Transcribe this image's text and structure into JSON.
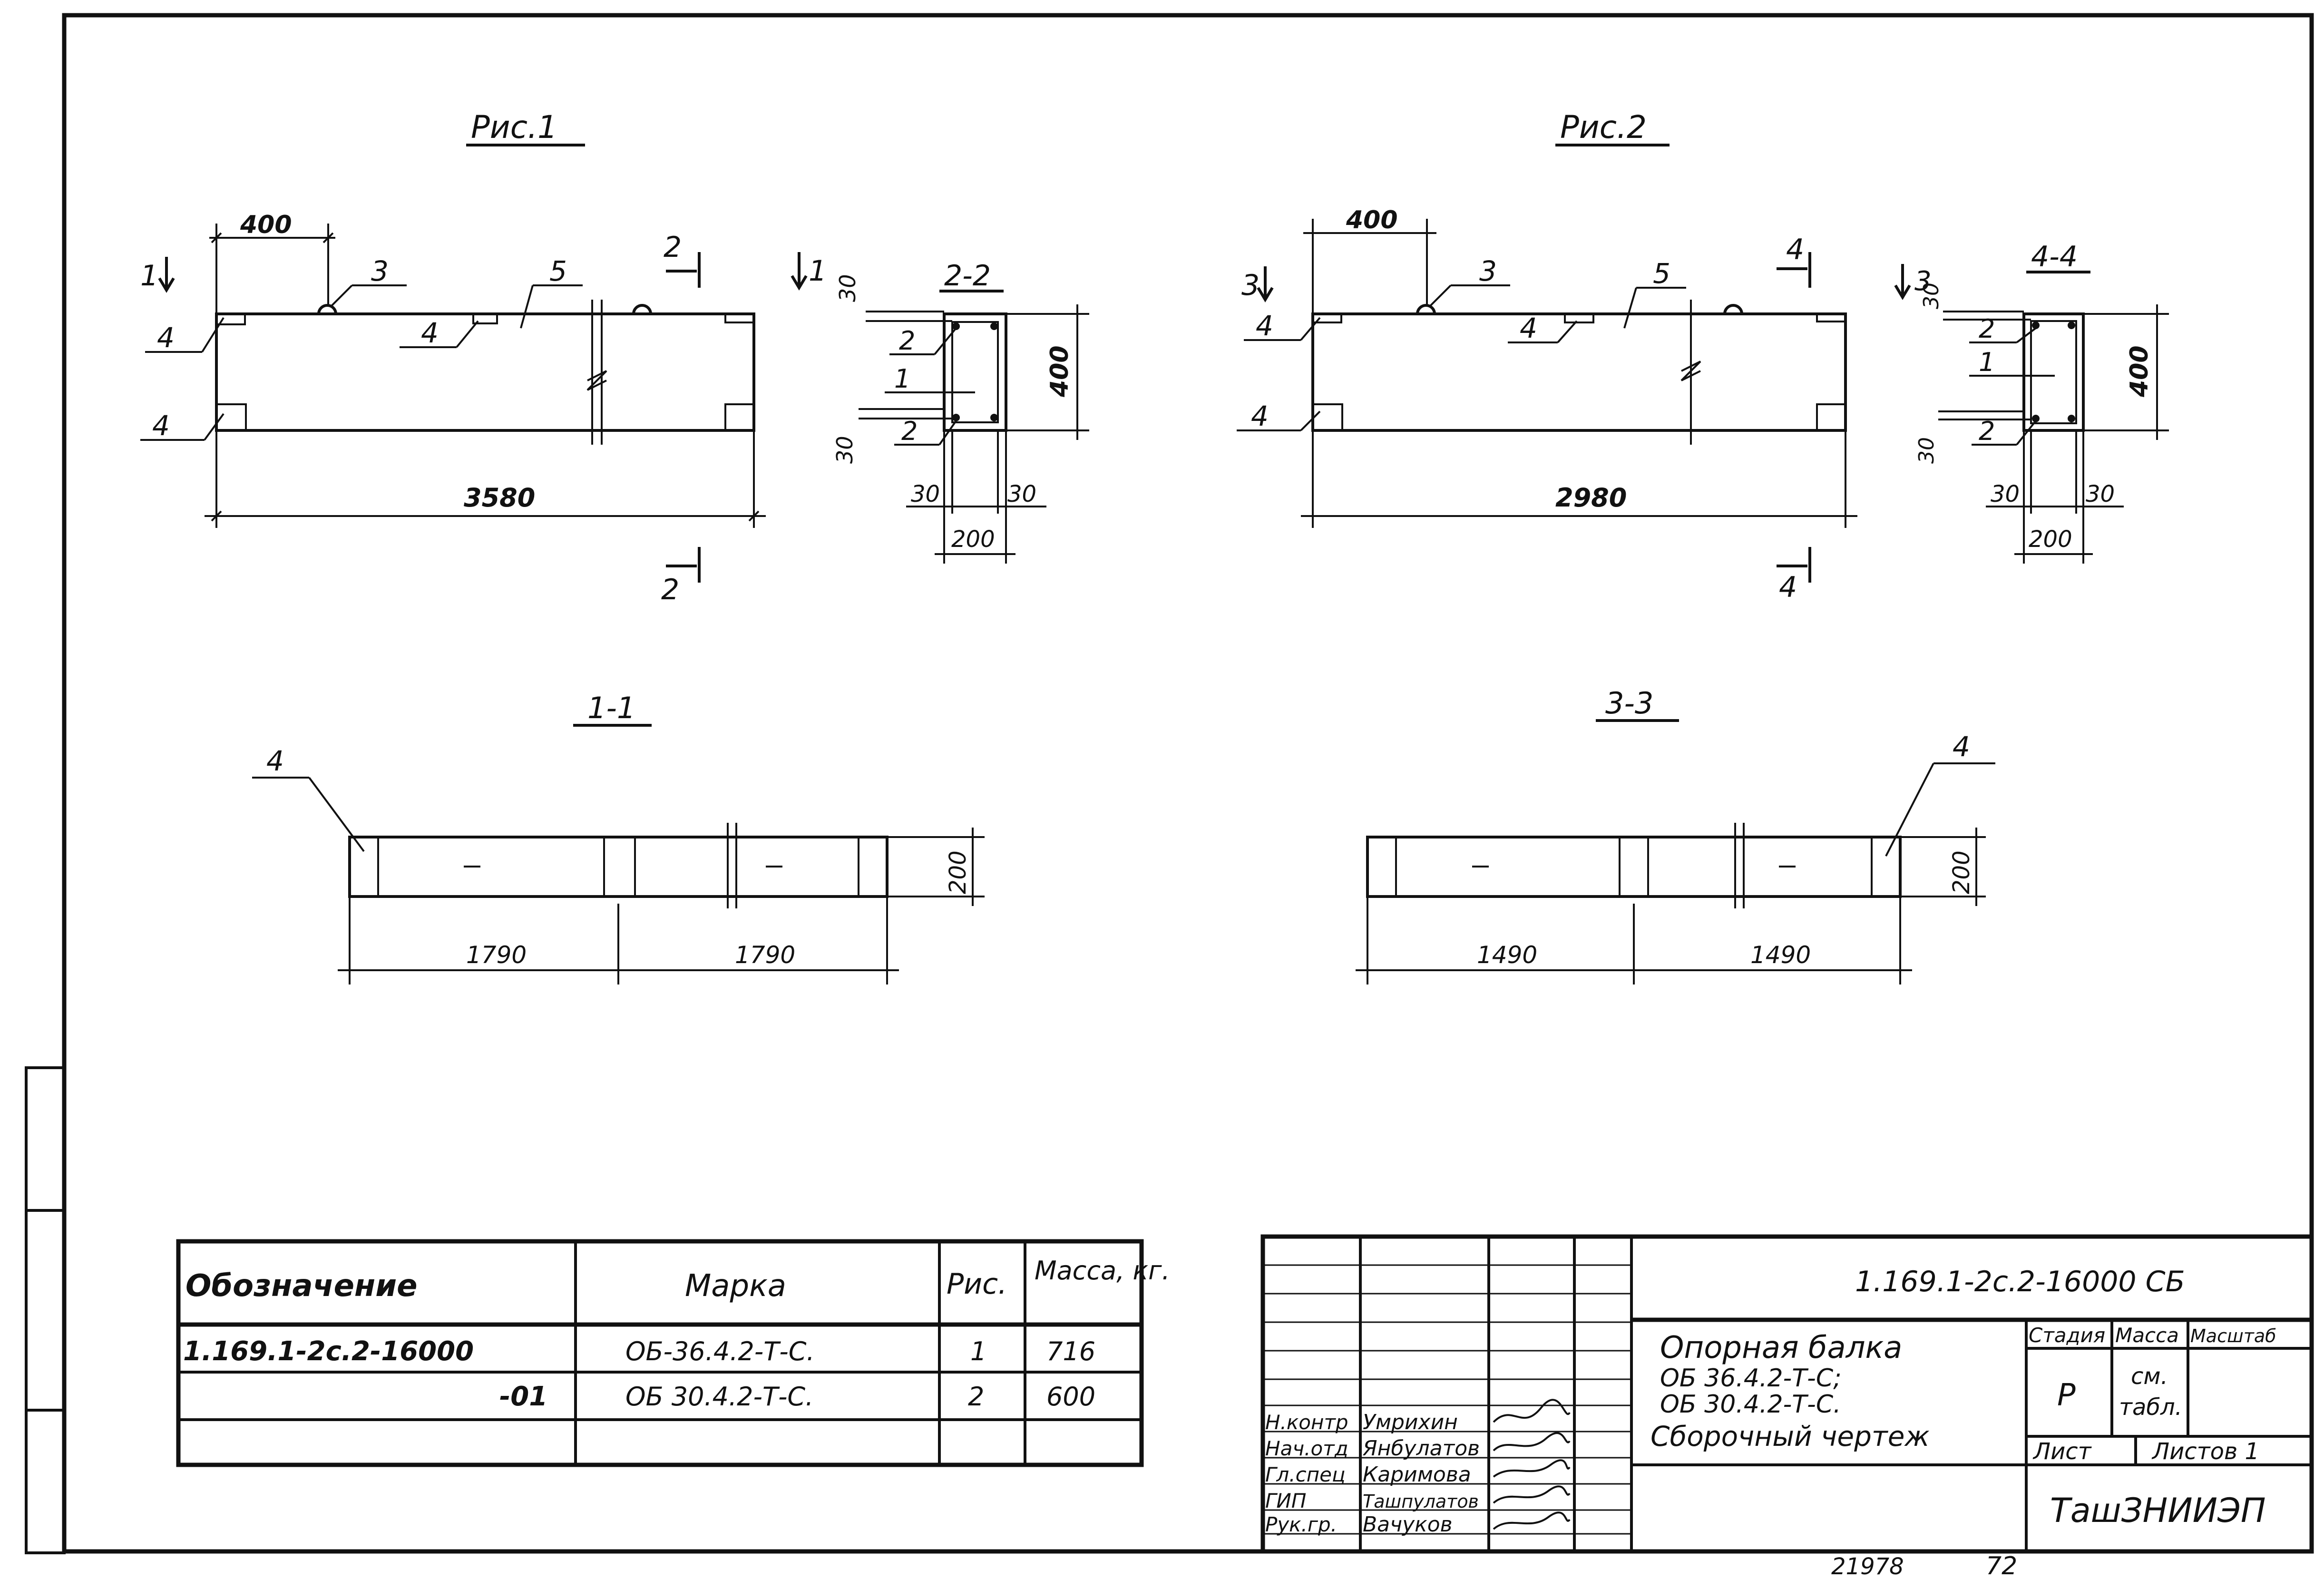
{
  "fig1": {
    "title": "Рис.1",
    "label_a": "1",
    "label_b": "2",
    "callouts": [
      "4",
      "4",
      "3",
      "4",
      "5"
    ],
    "dim_top": "400",
    "dim_length": "3580",
    "section": {
      "title": "2-2",
      "dims_left": [
        "30",
        "30"
      ],
      "dim_height": "400",
      "callouts": [
        "2",
        "1",
        "2"
      ],
      "dims_bottom": [
        "30",
        "30"
      ],
      "dim_width": "200"
    },
    "plan": {
      "title": "1-1",
      "callout": "4",
      "dims": [
        "1790",
        "1790"
      ],
      "dim_width": "200"
    }
  },
  "fig2": {
    "title": "Рис.2",
    "label_a": "3",
    "label_b": "4",
    "callouts": [
      "4",
      "4",
      "3",
      "4",
      "5"
    ],
    "dim_top": "400",
    "dim_length": "2980",
    "section": {
      "title": "4-4",
      "dims_left": [
        "30",
        "30"
      ],
      "dim_height": "400",
      "callouts": [
        "2",
        "1",
        "2"
      ],
      "dims_bottom": [
        "30",
        "30"
      ],
      "dim_width": "200"
    },
    "plan": {
      "title": "3-3",
      "callout": "4",
      "dims": [
        "1490",
        "1490"
      ],
      "dim_width": "200"
    }
  },
  "spec_table": {
    "headers": [
      "Обозначение",
      "Марка",
      "Рис.",
      "Масса, кг."
    ],
    "rows": [
      [
        "1.169.1-2с.2-16000",
        "ОБ-36.4.2-Т-С.",
        "1",
        "716"
      ],
      [
        "-01",
        "ОБ 30.4.2-Т-С.",
        "2",
        "600"
      ]
    ]
  },
  "title_block": {
    "code": "1.169.1-2с.2-16000 СБ",
    "roles": [
      "Н.контр",
      "Нач.отд",
      "Гл.спец",
      "ГИП",
      "Рук.гр."
    ],
    "names": [
      "Умрихин",
      "Янбулатов",
      "Каримова",
      "Ташпулатов",
      "Вачуков"
    ],
    "product_lines": [
      "Опорная балка",
      "ОБ 36.4.2-Т-С;",
      "ОБ 30.4.2-Т-С.",
      "Сборочный чертеж"
    ],
    "stage_header": "Стадия",
    "mass_header": "Масса",
    "scale_header": "Масштаб",
    "stage_value": "Р",
    "mass_value_1": "см.",
    "mass_value_2": "табл.",
    "sheet_label": "Лист",
    "sheets_label": "Листов 1",
    "org": "ТашЗНИИЭП"
  },
  "footer": {
    "inv_no": "21978",
    "page_no": "72"
  }
}
